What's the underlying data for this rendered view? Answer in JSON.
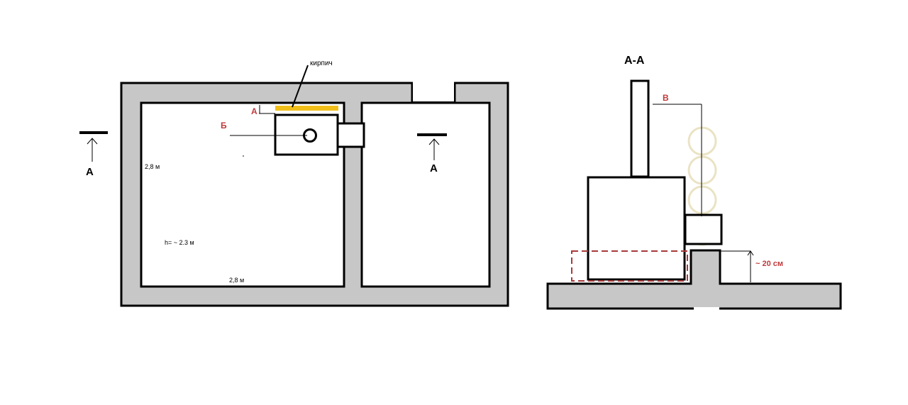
{
  "colors": {
    "wall": "#c7c7c7",
    "outline": "#000000",
    "brick": "#f1bf1a",
    "dimension": "#c0393b",
    "dashed": "#a8393a",
    "log": "#eae3c4"
  },
  "plan": {
    "brick_label": "кирпич",
    "dim_a_label": "А",
    "dim_b_label": "Б",
    "width_label": "2,8 м",
    "depth_label": "2,8 м",
    "height_label": "h= ~ 2.3 м",
    "section_left_label": "А",
    "section_right_label": "А"
  },
  "section": {
    "title": "А-А",
    "dim_v_label": "В",
    "gap_label": "~ 20 см"
  }
}
